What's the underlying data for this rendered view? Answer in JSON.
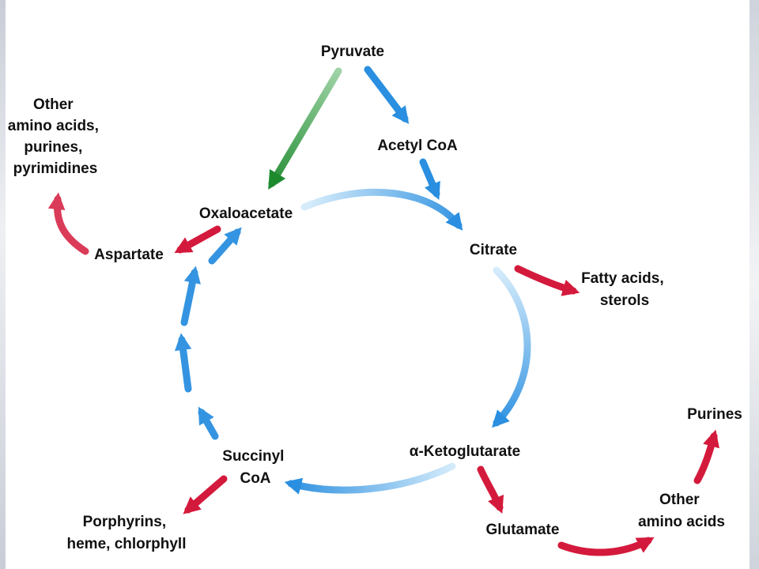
{
  "nodes": {
    "pyruvate": "Pyruvate",
    "acetyl_coa": "Acetyl CoA",
    "oxaloacetate": "Oxaloacetate",
    "citrate": "Citrate",
    "alpha_ketoglutarate": "α-Ketoglutarate",
    "succinyl_coa": [
      "Succinyl",
      "CoA"
    ],
    "aspartate": "Aspartate",
    "glutamate": "Glutamate"
  },
  "products": {
    "other_amino_purines": [
      "Other",
      "amino acids,",
      "purines,",
      "pyrimidines"
    ],
    "fatty_acids": [
      "Fatty acids,",
      "sterols"
    ],
    "porphyrins": [
      "Porphyrins,",
      "heme, chlorphyll"
    ],
    "other_amino": [
      "Other",
      "amino acids"
    ],
    "purines": "Purines"
  },
  "colors": {
    "cycle_arrow": "#2a8fe0",
    "biosynthesis_arrow": "#d41a3c",
    "anaplerotic_arrow": "#1e8a2e"
  }
}
